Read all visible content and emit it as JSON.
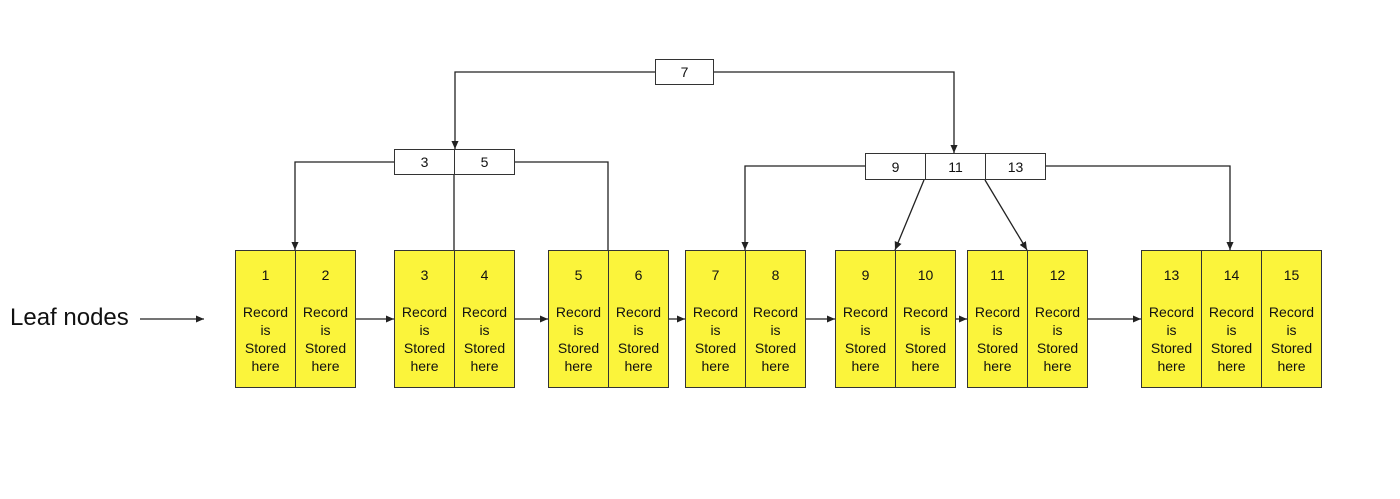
{
  "leaf_label": "Leaf nodes",
  "colors": {
    "leaf_fill": "#fbf43b",
    "line": "#222222",
    "node_border": "#333333"
  },
  "root": {
    "keys": [
      "7"
    ]
  },
  "internal": [
    {
      "keys": [
        "3",
        "5"
      ]
    },
    {
      "keys": [
        "9",
        "11",
        "13"
      ]
    }
  ],
  "leaf_record_text": "Record is Stored here",
  "leaves": [
    {
      "keys": [
        "1",
        "2"
      ]
    },
    {
      "keys": [
        "3",
        "4"
      ]
    },
    {
      "keys": [
        "5",
        "6"
      ]
    },
    {
      "keys": [
        "7",
        "8"
      ]
    },
    {
      "keys": [
        "9",
        "10"
      ]
    },
    {
      "keys": [
        "11",
        "12"
      ]
    },
    {
      "keys": [
        "13",
        "14",
        "15"
      ]
    }
  ]
}
